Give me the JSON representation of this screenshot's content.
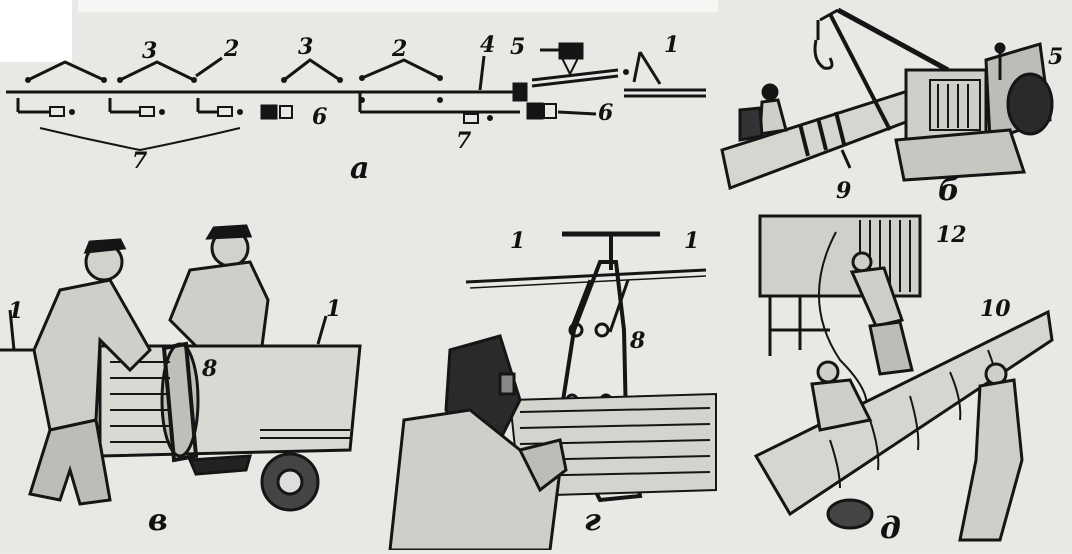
{
  "panel_letters": {
    "a": "а",
    "b": "б",
    "v": "в",
    "g": "г",
    "d": "д"
  },
  "labels": {
    "n1": "1",
    "n2": "2",
    "n3": "3",
    "n4": "4",
    "n5": "5",
    "n6": "6",
    "n7": "7",
    "n8": "8",
    "n9": "9",
    "n10": "10",
    "n12": "12"
  },
  "colors": {
    "paper": "#e9e9e6",
    "ink": "#151515",
    "white_corner": "#ffffff"
  }
}
